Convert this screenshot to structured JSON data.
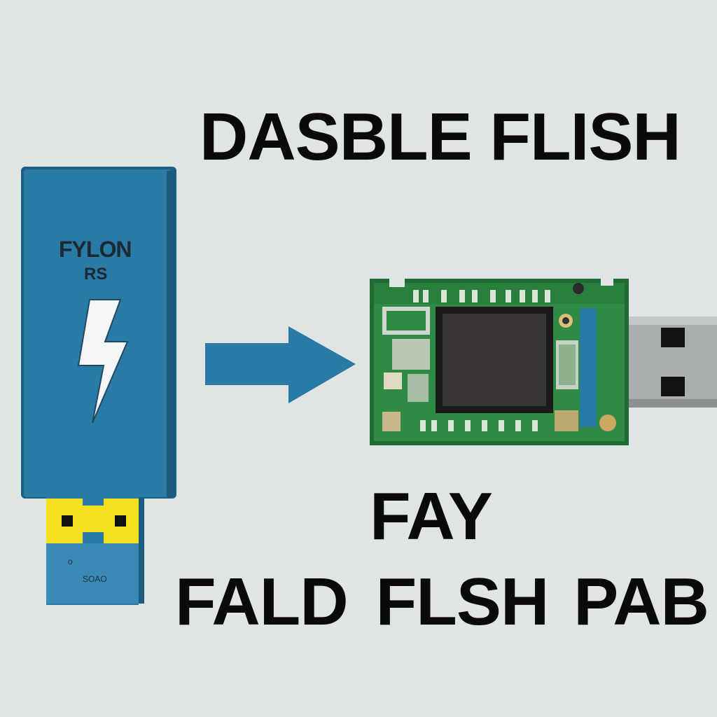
{
  "texts": {
    "title": "DASBLE FLISH",
    "drive_brand": "FYLON",
    "drive_sub": "RS",
    "bottom_line_1": "FAY",
    "bottom_line_2_a": "FALD",
    "bottom_line_2_b": "FLSH",
    "bottom_line_2_c": "PAB",
    "connector_text_1": "o",
    "connector_text_2": "SOAO"
  },
  "icons": {
    "drive_emblem": "lightning-bolt-icon",
    "direction": "arrow-right-icon"
  },
  "colors": {
    "background": "#dfe4e5",
    "drive_body": "#2a7aa6",
    "drive_connector_yellow": "#f4e01f",
    "pcb_green": "#2e8a44",
    "arrow_blue": "#2a7aa6",
    "chip": "#2a2a2a",
    "usb_metal": "#a9adae",
    "text": "#0a0a0a"
  }
}
